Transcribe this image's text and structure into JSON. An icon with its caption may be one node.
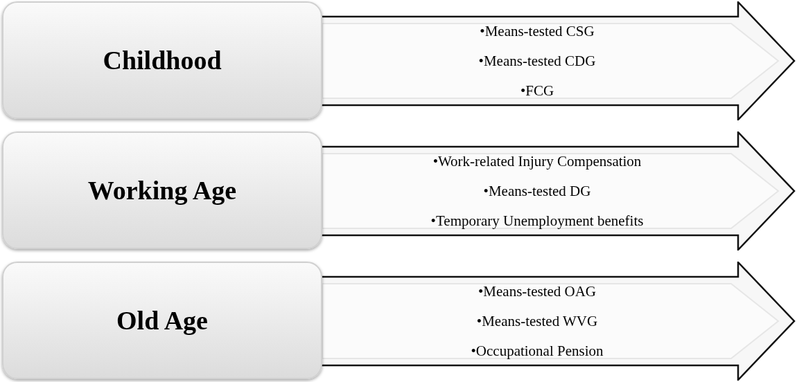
{
  "diagram": {
    "nodes": [
      {
        "text": [
          "Childhood"
        ]
      },
      {
        "text": [
          "•Means-tested CSG",
          "•Means-tested CDG",
          "•FCG"
        ]
      },
      {
        "text": [
          "Working Age"
        ]
      },
      {
        "text": [
          "•Work-related Injury Compensation",
          "•Means-tested DG",
          "•Temporary Unemployment benefits"
        ]
      },
      {
        "text": [
          "Old Age"
        ]
      },
      {
        "text": [
          "•Means-tested OAG",
          "•Means-tested WVG",
          "•Occupational Pension"
        ]
      }
    ]
  }
}
